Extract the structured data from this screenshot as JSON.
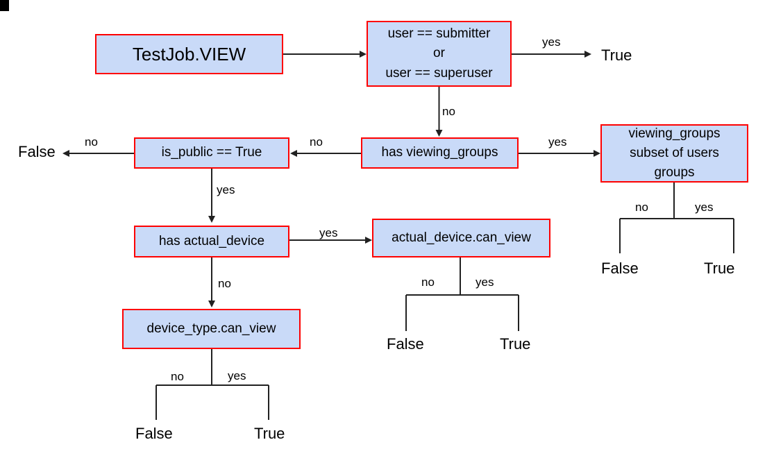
{
  "colors": {
    "box_fill": "#c9daf8",
    "box_border": "#ff0000",
    "line": "#212121",
    "text": "#000000"
  },
  "nodes": {
    "testjob": {
      "label": "TestJob.VIEW"
    },
    "user_check": {
      "label": "user == submitter\nor\nuser == superuser"
    },
    "has_viewing_groups": {
      "label": "has viewing_groups"
    },
    "viewing_groups_subset": {
      "label": "viewing_groups\nsubset of users\ngroups"
    },
    "is_public": {
      "label": "is_public == True"
    },
    "has_actual_device": {
      "label": "has actual_device"
    },
    "actual_device_can_view": {
      "label": "actual_device.can_view"
    },
    "device_type_can_view": {
      "label": "device_type.can_view"
    }
  },
  "edge_labels": {
    "user_check_yes": "yes",
    "user_check_no": "no",
    "has_viewing_groups_no": "no",
    "has_viewing_groups_yes": "yes",
    "is_public_no": "no",
    "is_public_yes": "yes",
    "has_actual_device_yes": "yes",
    "has_actual_device_no": "no",
    "subset_no": "no",
    "subset_yes": "yes",
    "actual_device_no": "no",
    "actual_device_yes": "yes",
    "device_type_no": "no",
    "device_type_yes": "yes"
  },
  "terminals": {
    "user_check_true": "True",
    "is_public_false": "False",
    "subset_false": "False",
    "subset_true": "True",
    "actual_device_false": "False",
    "actual_device_true": "True",
    "device_type_false": "False",
    "device_type_true": "True"
  }
}
